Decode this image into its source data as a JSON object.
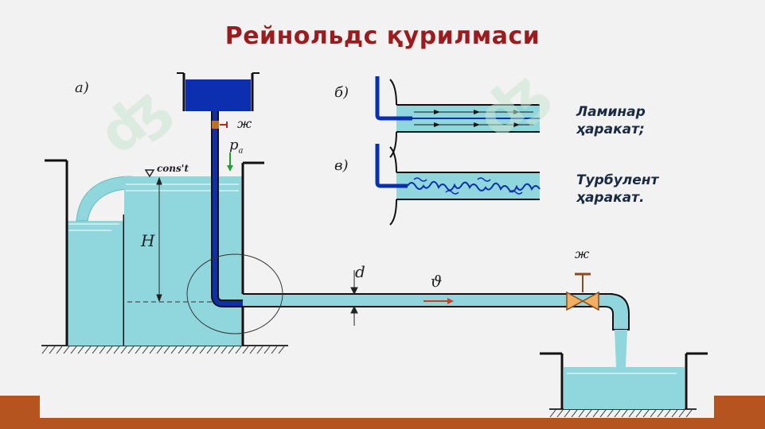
{
  "title": "Рейнольдс қурилмаси",
  "panels": {
    "a": "а)",
    "b": "б)",
    "v": "в)"
  },
  "labels": {
    "valve_top": "ж",
    "pressure": "p",
    "pressure_sub": "а",
    "const": "cons't",
    "height": "H",
    "diameter": "d",
    "velocity": "ϑ",
    "valve_bottom": "ж"
  },
  "legend": {
    "laminar": [
      "Ламинар",
      "ҳаракат;"
    ],
    "turbulent": [
      "Турбулент",
      "ҳаракат."
    ]
  },
  "colors": {
    "water": "#8fd6dd",
    "dye": "#0b2fae",
    "title": "#9b1b1e",
    "accent_bar": "#b5541f"
  }
}
